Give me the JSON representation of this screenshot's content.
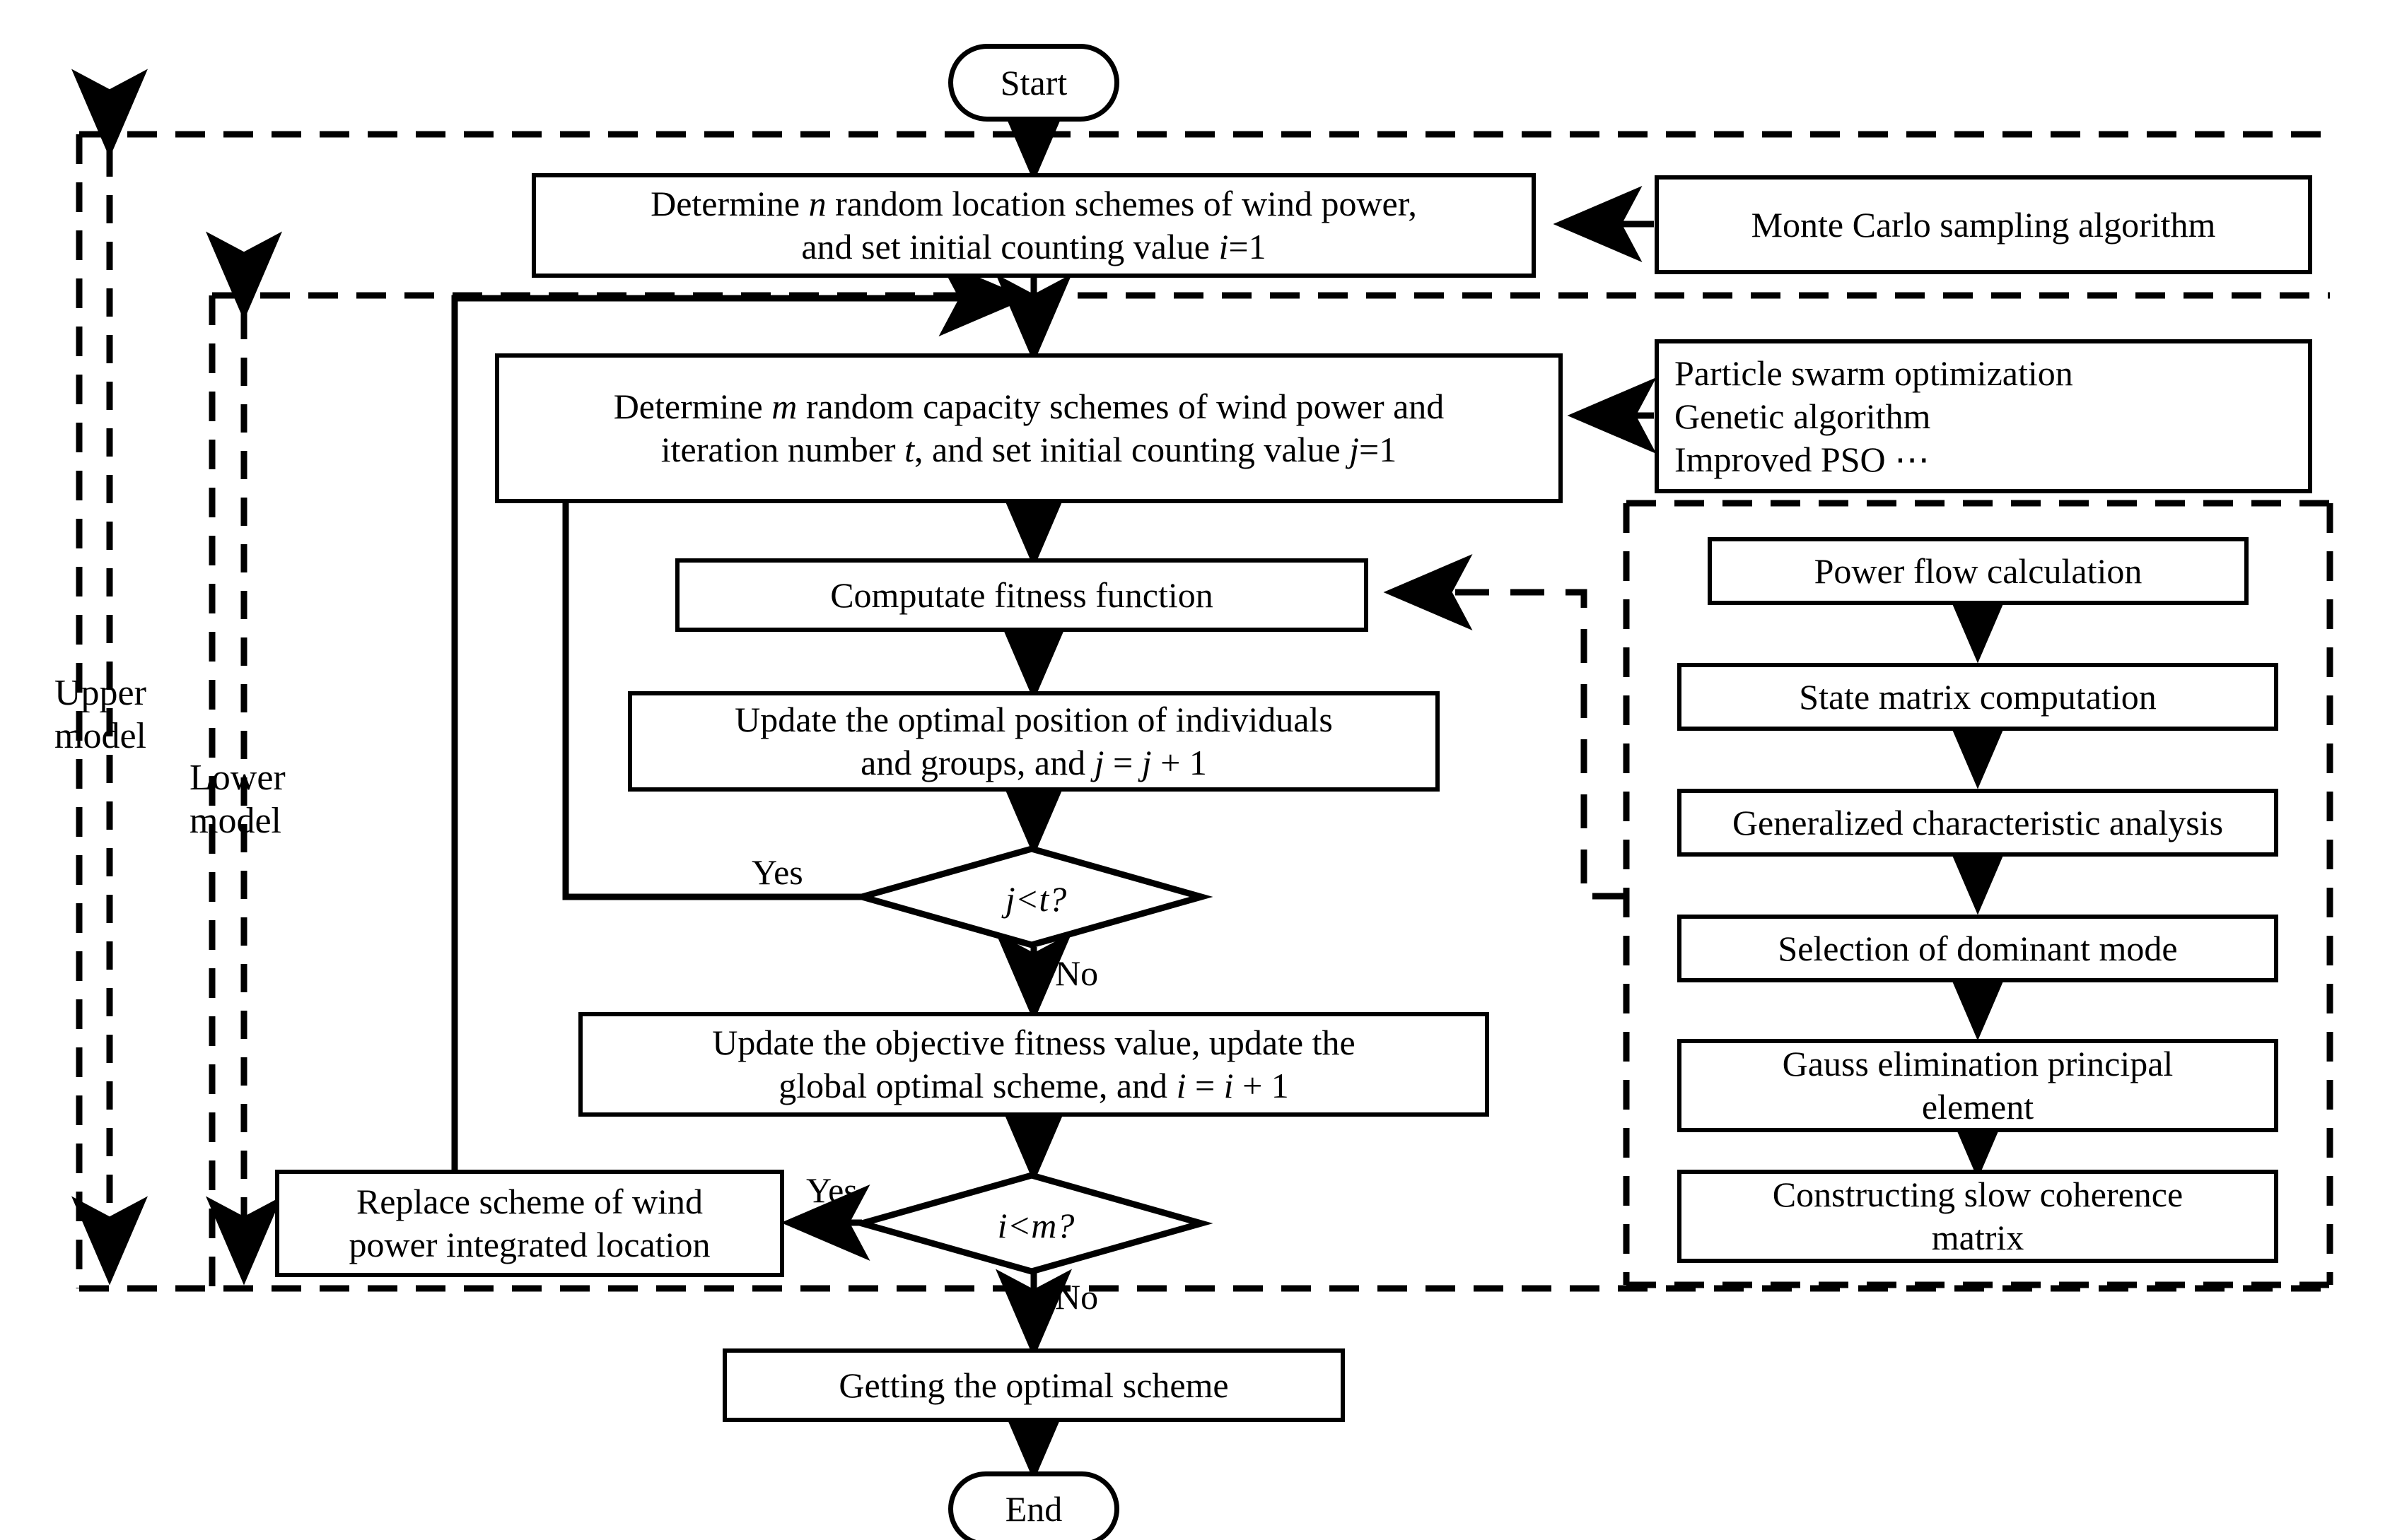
{
  "diagram": {
    "title": "Bilevel optimization flowchart for wind power integration planning",
    "colors": {
      "stroke": "#000000",
      "background": "#ffffff"
    },
    "terminals": {
      "start": "Start",
      "end": "End"
    },
    "group_labels": {
      "upper": "Upper\nmodel",
      "lower": "Lower\nmodel"
    },
    "edge_labels": {
      "jt_yes": "Yes",
      "jt_no": "No",
      "im_yes": "Yes",
      "im_no": "No"
    },
    "decisions": [
      {
        "id": "jt",
        "text": "j<t?"
      },
      {
        "id": "im",
        "text": "i<m?"
      }
    ],
    "main_nodes": [
      {
        "id": "determine-n",
        "text": "Determine n random location schemes of wind power,\nand set initial counting value i=1"
      },
      {
        "id": "determine-m",
        "text": "Determine m random capacity schemes of wind power and\niteration number t, and set initial counting value j=1"
      },
      {
        "id": "fitness",
        "text": "Computate fitness function"
      },
      {
        "id": "update-position",
        "text": "Update the optimal position of individuals\nand groups, and j = j + 1"
      },
      {
        "id": "update-objective",
        "text": "Update the objective fitness value, update the\nglobal optimal scheme, and i = i + 1"
      },
      {
        "id": "replace-scheme",
        "text": "Replace scheme of wind\npower integrated location"
      },
      {
        "id": "optimal-scheme",
        "text": "Getting the optimal scheme"
      }
    ],
    "side_nodes": [
      {
        "id": "monte-carlo",
        "text": "Monte Carlo sampling algorithm"
      },
      {
        "id": "algorithms",
        "text": "Particle swarm optimization\nGenetic algorithm\nImproved PSO ⋯"
      }
    ],
    "right_column": [
      {
        "id": "power-flow",
        "text": "Power flow calculation"
      },
      {
        "id": "state-matrix",
        "text": "State matrix computation"
      },
      {
        "id": "generalized-characteristic",
        "text": "Generalized characteristic analysis"
      },
      {
        "id": "dominant-mode",
        "text": "Selection of dominant mode"
      },
      {
        "id": "gauss-elimination",
        "text": "Gauss elimination principal\nelement"
      },
      {
        "id": "slow-coherence",
        "text": "Constructing slow coherence\nmatrix"
      }
    ]
  }
}
